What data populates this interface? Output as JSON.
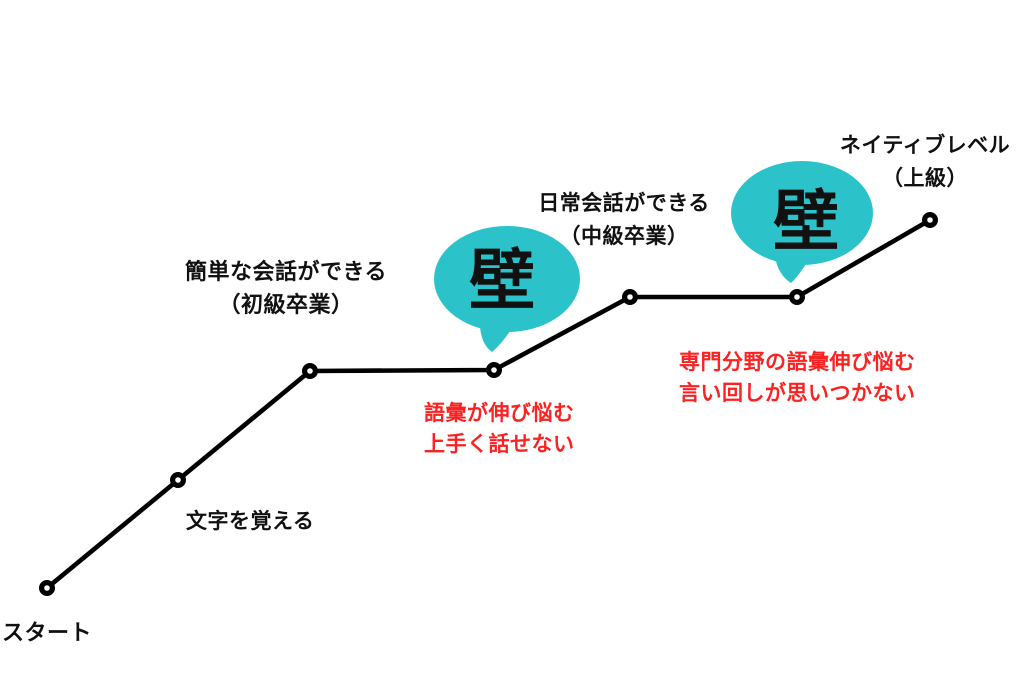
{
  "colors": {
    "line": "#000000",
    "bubble": "#2bc3c9",
    "warning": "#fb2222",
    "label": "#111111"
  },
  "stages": {
    "start": "スタート",
    "learn_characters": "文字を覚える",
    "simple_conversation": {
      "line1": "簡単な会話ができる",
      "line2": "（初級卒業）"
    },
    "daily_conversation": {
      "line1": "日常会話ができる",
      "line2": "（中級卒業）"
    },
    "native_level": {
      "line1": "ネイティブレベル",
      "line2": "（上級）"
    }
  },
  "walls": [
    {
      "bubble": "壁",
      "note_line1": "語彙が伸び悩む",
      "note_line2": "上手く話せない"
    },
    {
      "bubble": "壁",
      "note_line1": "専門分野の語彙伸び悩む",
      "note_line2": "言い回しが思いつかない"
    }
  ]
}
